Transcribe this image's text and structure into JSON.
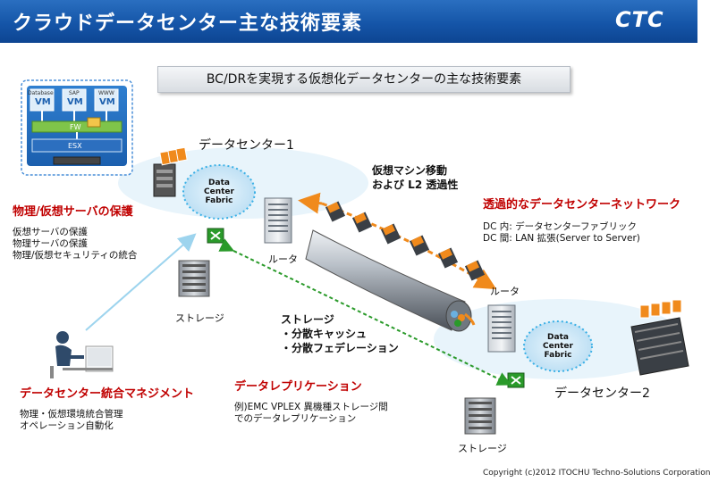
{
  "header": {
    "title": "クラウドデータセンター主な技術要素",
    "logo": "CTC"
  },
  "subtitle": "BC/DRを実現する仮想化データセンターの主な技術要素",
  "vm_panel": {
    "vms": [
      {
        "tag": "Database",
        "label": "VM"
      },
      {
        "tag": "SAP",
        "label": "VM"
      },
      {
        "tag": "WWW",
        "label": "VM"
      }
    ],
    "fw": "FW",
    "esx": "ESX"
  },
  "dc1": {
    "label": "データセンター1",
    "fabric": [
      "Data",
      "Center",
      "Fabric"
    ],
    "router": "ルータ",
    "storage": "ストレージ"
  },
  "dc2": {
    "label": "データセンター2",
    "fabric": [
      "Data",
      "Center",
      "Fabric"
    ],
    "router": "ルータ",
    "storage": "ストレージ"
  },
  "vm_move": {
    "line1": "仮想マシン移動",
    "line2": "および L2 透過性"
  },
  "network": {
    "heading": "透過的なデータセンターネットワーク",
    "line1": "DC 内: データセンターファブリック",
    "line2": "DC 間: LAN 拡張(Server to Server)"
  },
  "server_protection": {
    "heading": "物理/仮想サーバの保護",
    "items": [
      "仮想サーバの保護",
      "物理サーバの保護",
      "物理/仮想セキュリティの統合"
    ]
  },
  "storage_features": {
    "line1": "ストレージ",
    "line2": "・分散キャッシュ",
    "line3": "・分散フェデレーション"
  },
  "management": {
    "heading": "データセンター統合マネジメント",
    "items": [
      "物理・仮想環境統合管理",
      "オペレーション自動化"
    ]
  },
  "replication": {
    "heading": "データレプリケーション",
    "line1": "例)EMC VPLEX 異機種ストレージ間",
    "line2": "でのデータレプリケーション"
  },
  "copyright": "Copyright (c)2012 ITOCHU Techno-Solutions Corporation",
  "colors": {
    "header": "#1555a8",
    "red": "#c00000",
    "orange": "#f08a1c",
    "green": "#2a9a2a",
    "cyan": "#3ab0e6"
  }
}
